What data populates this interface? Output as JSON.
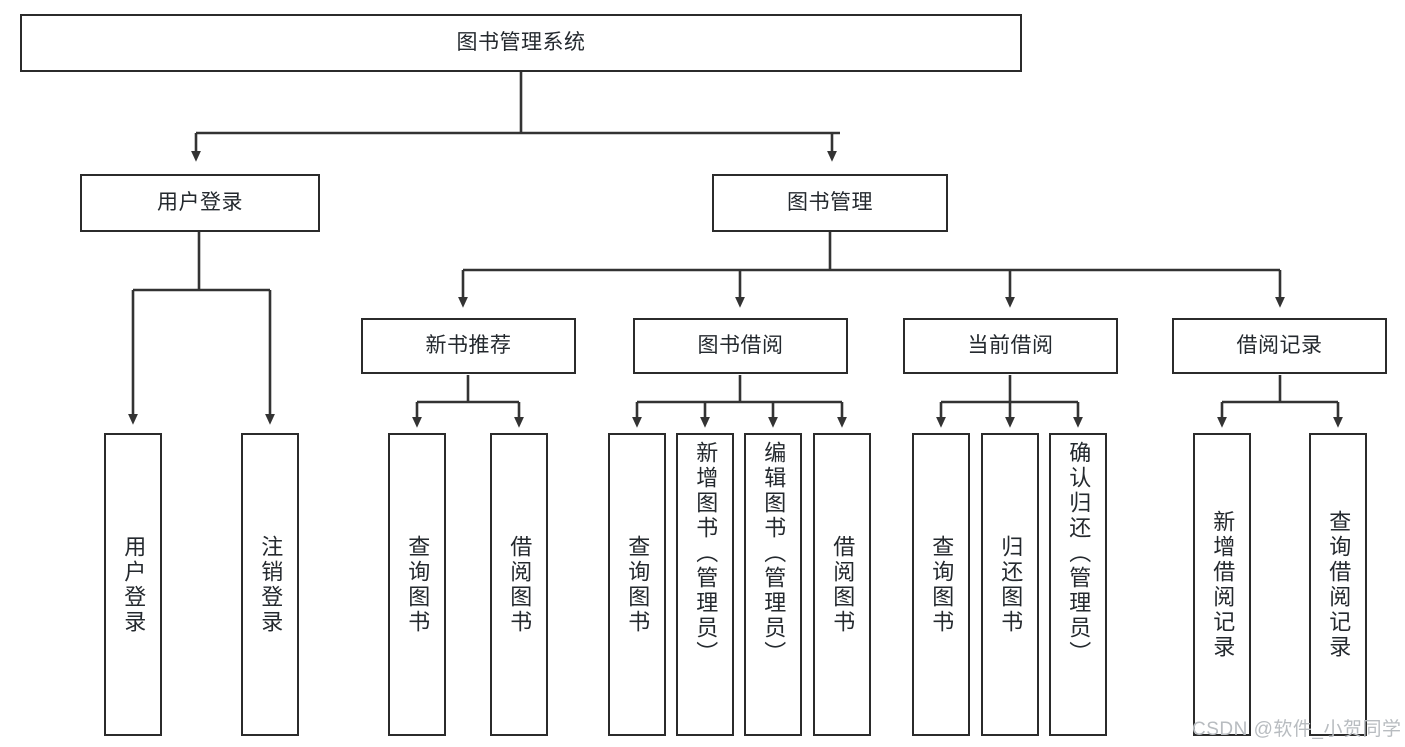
{
  "diagram": {
    "title": "图书管理系统",
    "type": "tree-hierarchy",
    "root": {
      "id": "root",
      "label": "图书管理系统"
    },
    "level2": [
      {
        "id": "user-login",
        "label": "用户登录"
      },
      {
        "id": "book-manage",
        "label": "图书管理"
      }
    ],
    "level3": [
      {
        "id": "new-book-recommend",
        "label": "新书推荐",
        "parent": "book-manage"
      },
      {
        "id": "book-borrow",
        "label": "图书借阅",
        "parent": "book-manage"
      },
      {
        "id": "current-borrow",
        "label": "当前借阅",
        "parent": "book-manage"
      },
      {
        "id": "borrow-record",
        "label": "借阅记录",
        "parent": "book-manage"
      }
    ],
    "leaves": [
      {
        "id": "leaf-user-login",
        "label": "用户登录",
        "parent": "user-login"
      },
      {
        "id": "leaf-logout",
        "label": "注销登录",
        "parent": "user-login"
      },
      {
        "id": "leaf-query-book-1",
        "label": "查询图书",
        "parent": "new-book-recommend"
      },
      {
        "id": "leaf-borrow-book-1",
        "label": "借阅图书",
        "parent": "new-book-recommend"
      },
      {
        "id": "leaf-query-book-2",
        "label": "查询图书",
        "parent": "book-borrow"
      },
      {
        "id": "leaf-add-book",
        "label": "新增图书（管理员）",
        "parent": "book-borrow"
      },
      {
        "id": "leaf-edit-book",
        "label": "编辑图书（管理员）",
        "parent": "book-borrow"
      },
      {
        "id": "leaf-borrow-book-2",
        "label": "借阅图书",
        "parent": "book-borrow"
      },
      {
        "id": "leaf-query-book-3",
        "label": "查询图书",
        "parent": "current-borrow"
      },
      {
        "id": "leaf-return-book",
        "label": "归还图书",
        "parent": "current-borrow"
      },
      {
        "id": "leaf-confirm-return",
        "label": "确认归还（管理员）",
        "parent": "current-borrow"
      },
      {
        "id": "leaf-add-record",
        "label": "新增借阅记录",
        "parent": "borrow-record"
      },
      {
        "id": "leaf-query-record",
        "label": "查询借阅记录",
        "parent": "borrow-record"
      }
    ]
  },
  "watermark": {
    "text": "CSDN @软件_小贺同学"
  },
  "colors": {
    "border": "#2b2b2b",
    "text": "#24292e",
    "background": "#ffffff",
    "connector": "#333333",
    "watermark": "#b8bcc0"
  }
}
